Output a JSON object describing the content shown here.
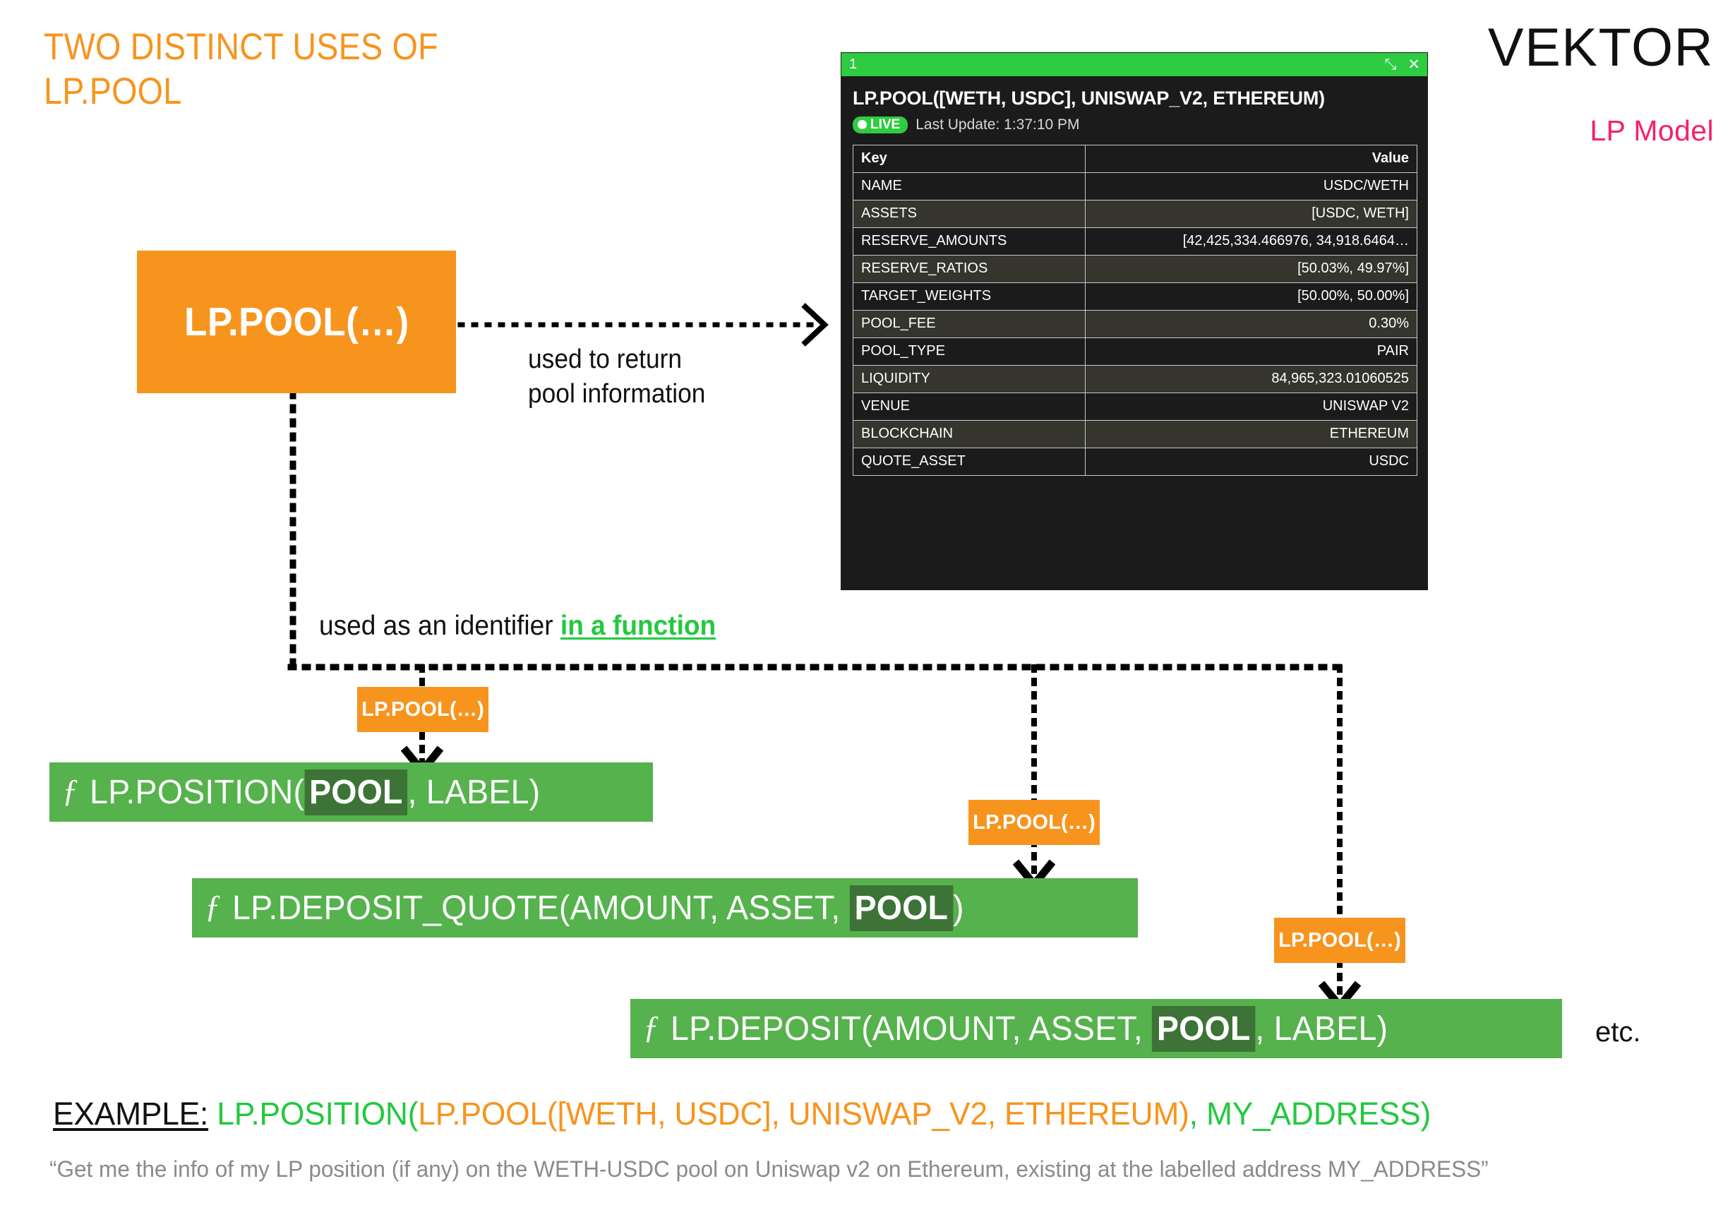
{
  "title": "TWO DISTINCT USES OF\nLP.POOL",
  "brand": {
    "name": "VEKTOR",
    "subtitle": "LP Model",
    "accent_pink": "#F5206A",
    "accent_orange": "#F7941E",
    "accent_green": "#22C93E"
  },
  "diagram": {
    "main_node_label": "LP.POOL(…)",
    "return_caption": "used to return\npool information",
    "identifier_caption_prefix": "used as an identifier ",
    "identifier_caption_highlight": "in a function",
    "tag_label": "LP.POOL(…)",
    "tags": [
      {
        "label": "LP.POOL(…)"
      },
      {
        "label": "LP.POOL(…)"
      },
      {
        "label": "LP.POOL(…)"
      }
    ],
    "etc_label": "etc."
  },
  "functions": [
    {
      "fsym": "ƒ",
      "prefix": "LP.POSITION(",
      "highlight": "POOL",
      "suffix": ", LABEL)"
    },
    {
      "fsym": "ƒ",
      "prefix": "LP.DEPOSIT_QUOTE(AMOUNT, ASSET, ",
      "highlight": "POOL",
      "suffix": ")"
    },
    {
      "fsym": "ƒ",
      "prefix": "LP.DEPOSIT(AMOUNT, ASSET, ",
      "highlight": "POOL",
      "suffix": ", LABEL)"
    }
  ],
  "example": {
    "label": "EXAMPLE:",
    "part_green_1": "LP.POSITION(",
    "part_orange": "LP.POOL([WETH, USDC], UNISWAP_V2, ETHEREUM)",
    "part_green_2": ", MY_ADDRESS)",
    "quote": "“Get me the info of my LP position (if any) on the WETH-USDC pool on Uniswap v2 on Ethereum, existing at the labelled address MY_ADDRESS”"
  },
  "window": {
    "index": "1",
    "expand_icon": "⤡",
    "close_icon": "✕",
    "heading": "LP.POOL([WETH, USDC], UNISWAP_V2, ETHEREUM)",
    "live_label": "LIVE",
    "last_update": "Last Update: 1:37:10 PM",
    "columns": {
      "key": "Key",
      "value": "Value"
    },
    "rows": [
      {
        "key": "NAME",
        "value": "USDC/WETH"
      },
      {
        "key": "ASSETS",
        "value": "[USDC, WETH]"
      },
      {
        "key": "RESERVE_AMOUNTS",
        "value": "[42,425,334.466976, 34,918.6464…"
      },
      {
        "key": "RESERVE_RATIOS",
        "value": "[50.03%, 49.97%]"
      },
      {
        "key": "TARGET_WEIGHTS",
        "value": "[50.00%, 50.00%]"
      },
      {
        "key": "POOL_FEE",
        "value": "0.30%"
      },
      {
        "key": "POOL_TYPE",
        "value": "PAIR"
      },
      {
        "key": "LIQUIDITY",
        "value": "84,965,323.01060525"
      },
      {
        "key": "VENUE",
        "value": "UNISWAP V2"
      },
      {
        "key": "BLOCKCHAIN",
        "value": "ETHEREUM"
      },
      {
        "key": "QUOTE_ASSET",
        "value": "USDC"
      }
    ]
  }
}
